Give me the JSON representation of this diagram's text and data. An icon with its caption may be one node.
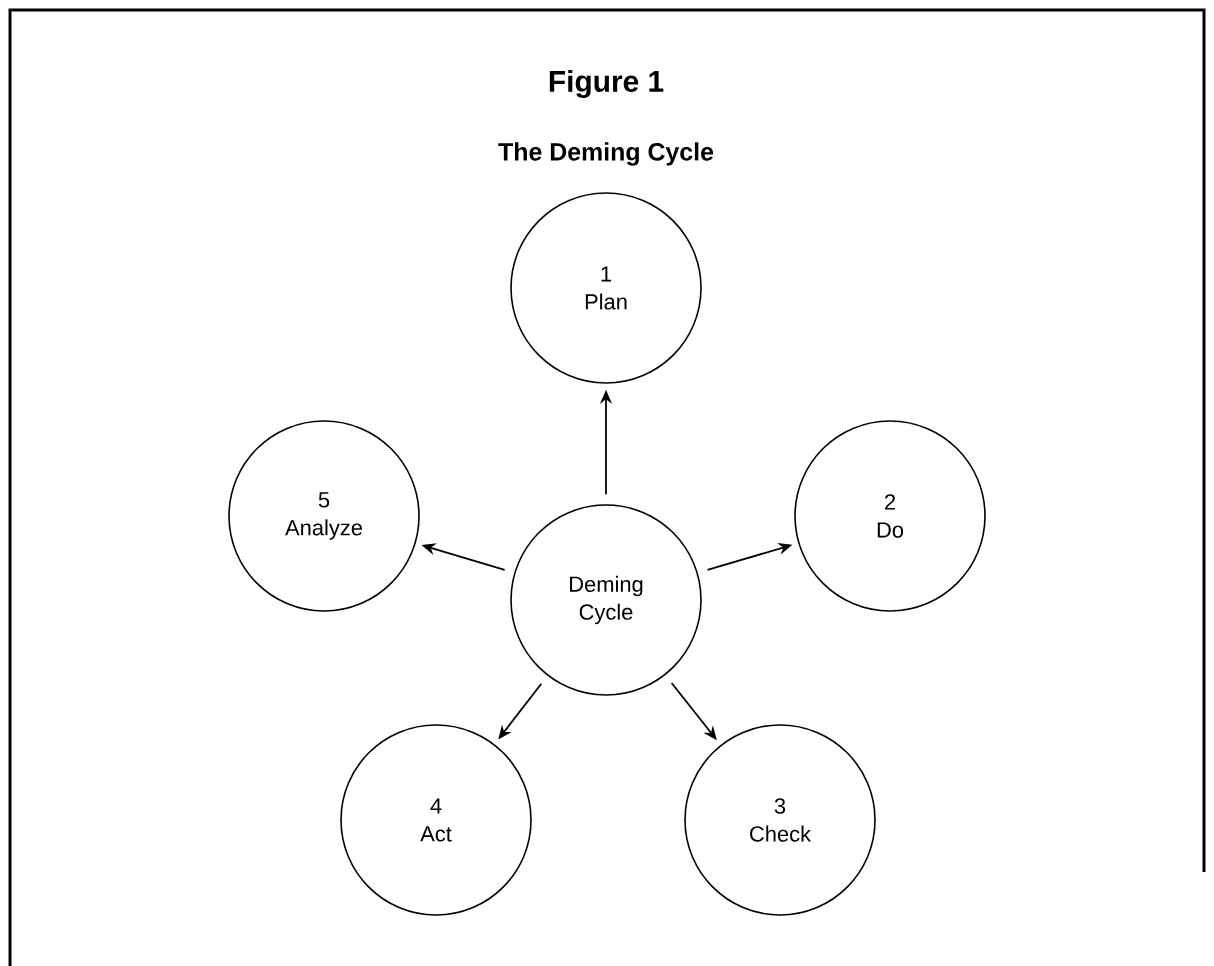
{
  "diagram": {
    "title": "Figure 1",
    "nodes": [
      {
        "text": [
          "1",
          "Plan"
        ]
      },
      {
        "text": [
          "5",
          "Analyze"
        ]
      },
      {
        "text": [
          "2",
          "Do"
        ]
      },
      {
        "text": [
          "Deming Cycle"
        ]
      },
      {
        "text": [
          "4",
          "Act"
        ]
      },
      {
        "text": [
          "3",
          "Check"
        ]
      }
    ],
    "edges": [
      {
        "from": 3,
        "to": 0,
        "arrow": "to"
      },
      {
        "from": 3,
        "to": 2,
        "arrow": "to"
      },
      {
        "from": 3,
        "to": 5,
        "arrow": "to"
      },
      {
        "from": 3,
        "to": 4,
        "arrow": "to"
      },
      {
        "from": 3,
        "to": 1,
        "arrow": "to"
      }
    ],
    "labels": [
      "The Deming Cycle"
    ]
  }
}
